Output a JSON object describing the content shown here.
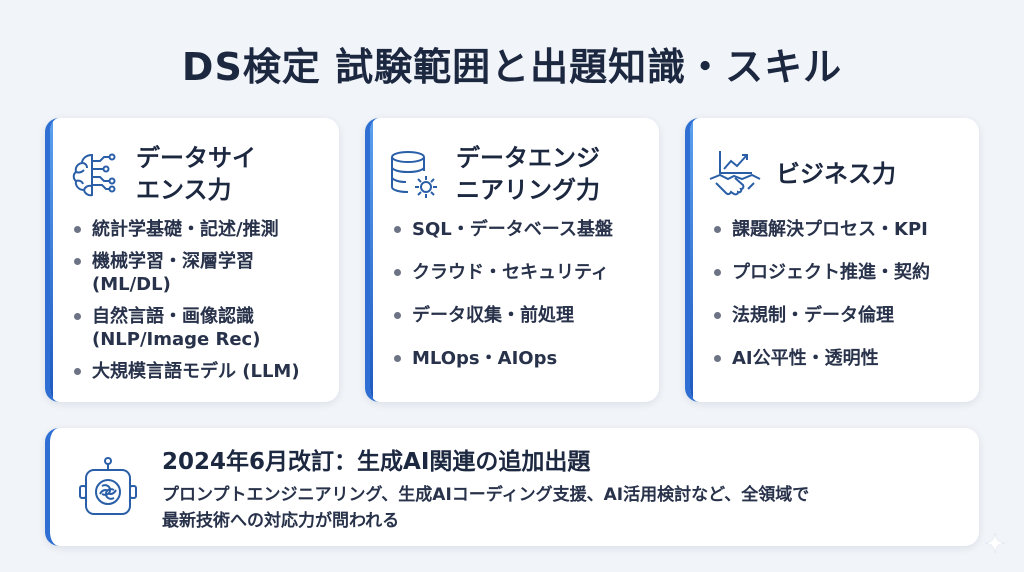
{
  "title": "DS検定 試験範囲と出題知識・スキル",
  "cards": [
    {
      "title_line1": "データサイ",
      "title_line2": "エンス力",
      "icon": "brain-circuit-icon",
      "items": [
        "統計学基礎・記述/推測",
        "機械学習・深層学習 (ML/DL)",
        "自然言語・画像認識 (NLP/Image Rec)",
        "大規模言語モデル (LLM)"
      ]
    },
    {
      "title_line1": "データエンジ",
      "title_line2": "ニアリング力",
      "icon": "database-gear-icon",
      "items": [
        "SQL・データベース基盤",
        "クラウド・セキュリティ",
        "データ収集・前処理",
        "MLOps・AIOps"
      ]
    },
    {
      "title_line1": "ビジネス力",
      "icon": "handshake-chart-icon",
      "items": [
        "課題解決プロセス・KPI",
        "プロジェクト推進・契約",
        "法規制・データ倫理",
        "AI公平性・透明性"
      ]
    }
  ],
  "banner": {
    "icon": "ai-chip-icon",
    "title": "2024年6月改訂：生成AI関連の追加出題",
    "text_line1": "プロンプトエンジニアリング、生成AIコーディング支援、AI活用検討など、全領域で",
    "text_line2": "最新技術への対応力が問われる"
  },
  "colors": {
    "accent": "#2f6fd3",
    "icon": "#2a5fa8",
    "text": "#1c2740",
    "background": "#f1f4f8"
  }
}
